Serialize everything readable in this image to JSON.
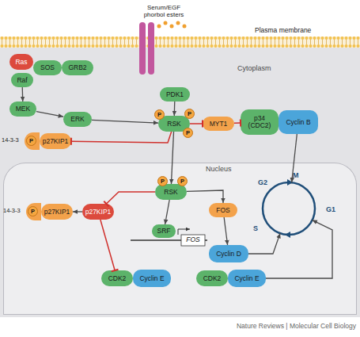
{
  "diagram": {
    "nodes": [
      {
        "text": [
          "Cytoplasm"
        ]
      },
      {
        "text": [
          "Ras"
        ],
        "in": 0
      },
      {
        "text": [
          "SOS"
        ],
        "in": 0
      },
      {
        "text": [
          "GRB2"
        ],
        "in": 0
      },
      {
        "text": [
          "Raf"
        ],
        "in": 0
      },
      {
        "text": [
          "PDK1"
        ],
        "in": 0
      },
      {
        "text": [
          "MEK"
        ],
        "in": 0
      },
      {
        "text": [
          "ERK"
        ],
        "in": 0
      },
      {
        "text": [
          "RSK"
        ],
        "in": 0
      },
      {
        "text": [
          "P"
        ],
        "in": 0
      },
      {
        "text": [
          "P"
        ],
        "in": 0
      },
      {
        "text": [
          "P"
        ],
        "in": 0
      },
      {
        "text": [
          "MYT1"
        ],
        "in": 0
      },
      {
        "text": [
          "p34 (CDC2)"
        ],
        "in": 0
      },
      {
        "text": [
          "Cyclin B"
        ],
        "in": 0
      },
      {
        "text": [
          "14-3-3"
        ],
        "in": 0
      },
      {
        "text": [
          "P"
        ],
        "in": 15
      },
      {
        "text": [
          "p27KIP1"
        ],
        "in": 0
      },
      {
        "text": [
          "Nucleus"
        ],
        "in": 0
      },
      {
        "text": [
          "RSK"
        ],
        "in": 18
      },
      {
        "text": [
          "P"
        ],
        "in": 18
      },
      {
        "text": [
          "P"
        ],
        "in": 18
      },
      {
        "text": [
          "14-3-3"
        ],
        "in": 18
      },
      {
        "text": [
          "P"
        ],
        "in": 22
      },
      {
        "text": [
          "p27KIP1"
        ],
        "in": 18
      },
      {
        "text": [
          "p27KIP1"
        ],
        "in": 18
      },
      {
        "text": [
          "FOS"
        ],
        "in": 18
      },
      {
        "text": [
          "SRF"
        ],
        "in": 18
      },
      {
        "text": [
          "Cyclin D"
        ],
        "in": 18
      },
      {
        "text": [
          "G2",
          "M",
          "S",
          "G1"
        ],
        "in": 18
      },
      {
        "text": [
          "CDK2"
        ],
        "in": 18
      },
      {
        "text": [
          "Cyclin E"
        ],
        "in": 18
      },
      {
        "text": [
          "CDK2"
        ],
        "in": 18
      },
      {
        "text": [
          "Cyclin E"
        ],
        "in": 18
      }
    ],
    "edges": [
      {
        "from": 4,
        "to": 6,
        "arrow": "to"
      },
      {
        "from": 6,
        "to": 7,
        "arrow": "to"
      },
      {
        "from": 7,
        "to": 8,
        "arrow": "to"
      },
      {
        "from": 5,
        "to": 8,
        "arrow": "to"
      },
      {
        "from": 8,
        "to": 12,
        "arrow": "to"
      },
      {
        "from": 12,
        "to": 13,
        "arrow": "to"
      },
      {
        "from": 14,
        "to": 29,
        "arrow": "to"
      },
      {
        "from": 8,
        "to": 17,
        "arrow": "to"
      },
      {
        "from": 8,
        "to": 19,
        "arrow": "to"
      },
      {
        "from": 19,
        "to": 25,
        "arrow": "to"
      },
      {
        "from": 25,
        "to": 24,
        "arrow": "to"
      },
      {
        "from": 25,
        "to": 30,
        "arrow": "to"
      },
      {
        "from": 19,
        "to": 27,
        "arrow": "to"
      },
      {
        "from": 19,
        "to": 26,
        "arrow": "to"
      },
      {
        "from": 26,
        "to": 28,
        "arrow": "to"
      },
      {
        "from": 28,
        "to": 29,
        "arrow": "to"
      },
      {
        "from": 33,
        "to": 29,
        "arrow": "to"
      }
    ],
    "labels": [
      "Serum/EGF phorbol esters",
      "Plasma membrane",
      "FOS",
      "Nature Reviews | Molecular Cell Biology"
    ]
  }
}
